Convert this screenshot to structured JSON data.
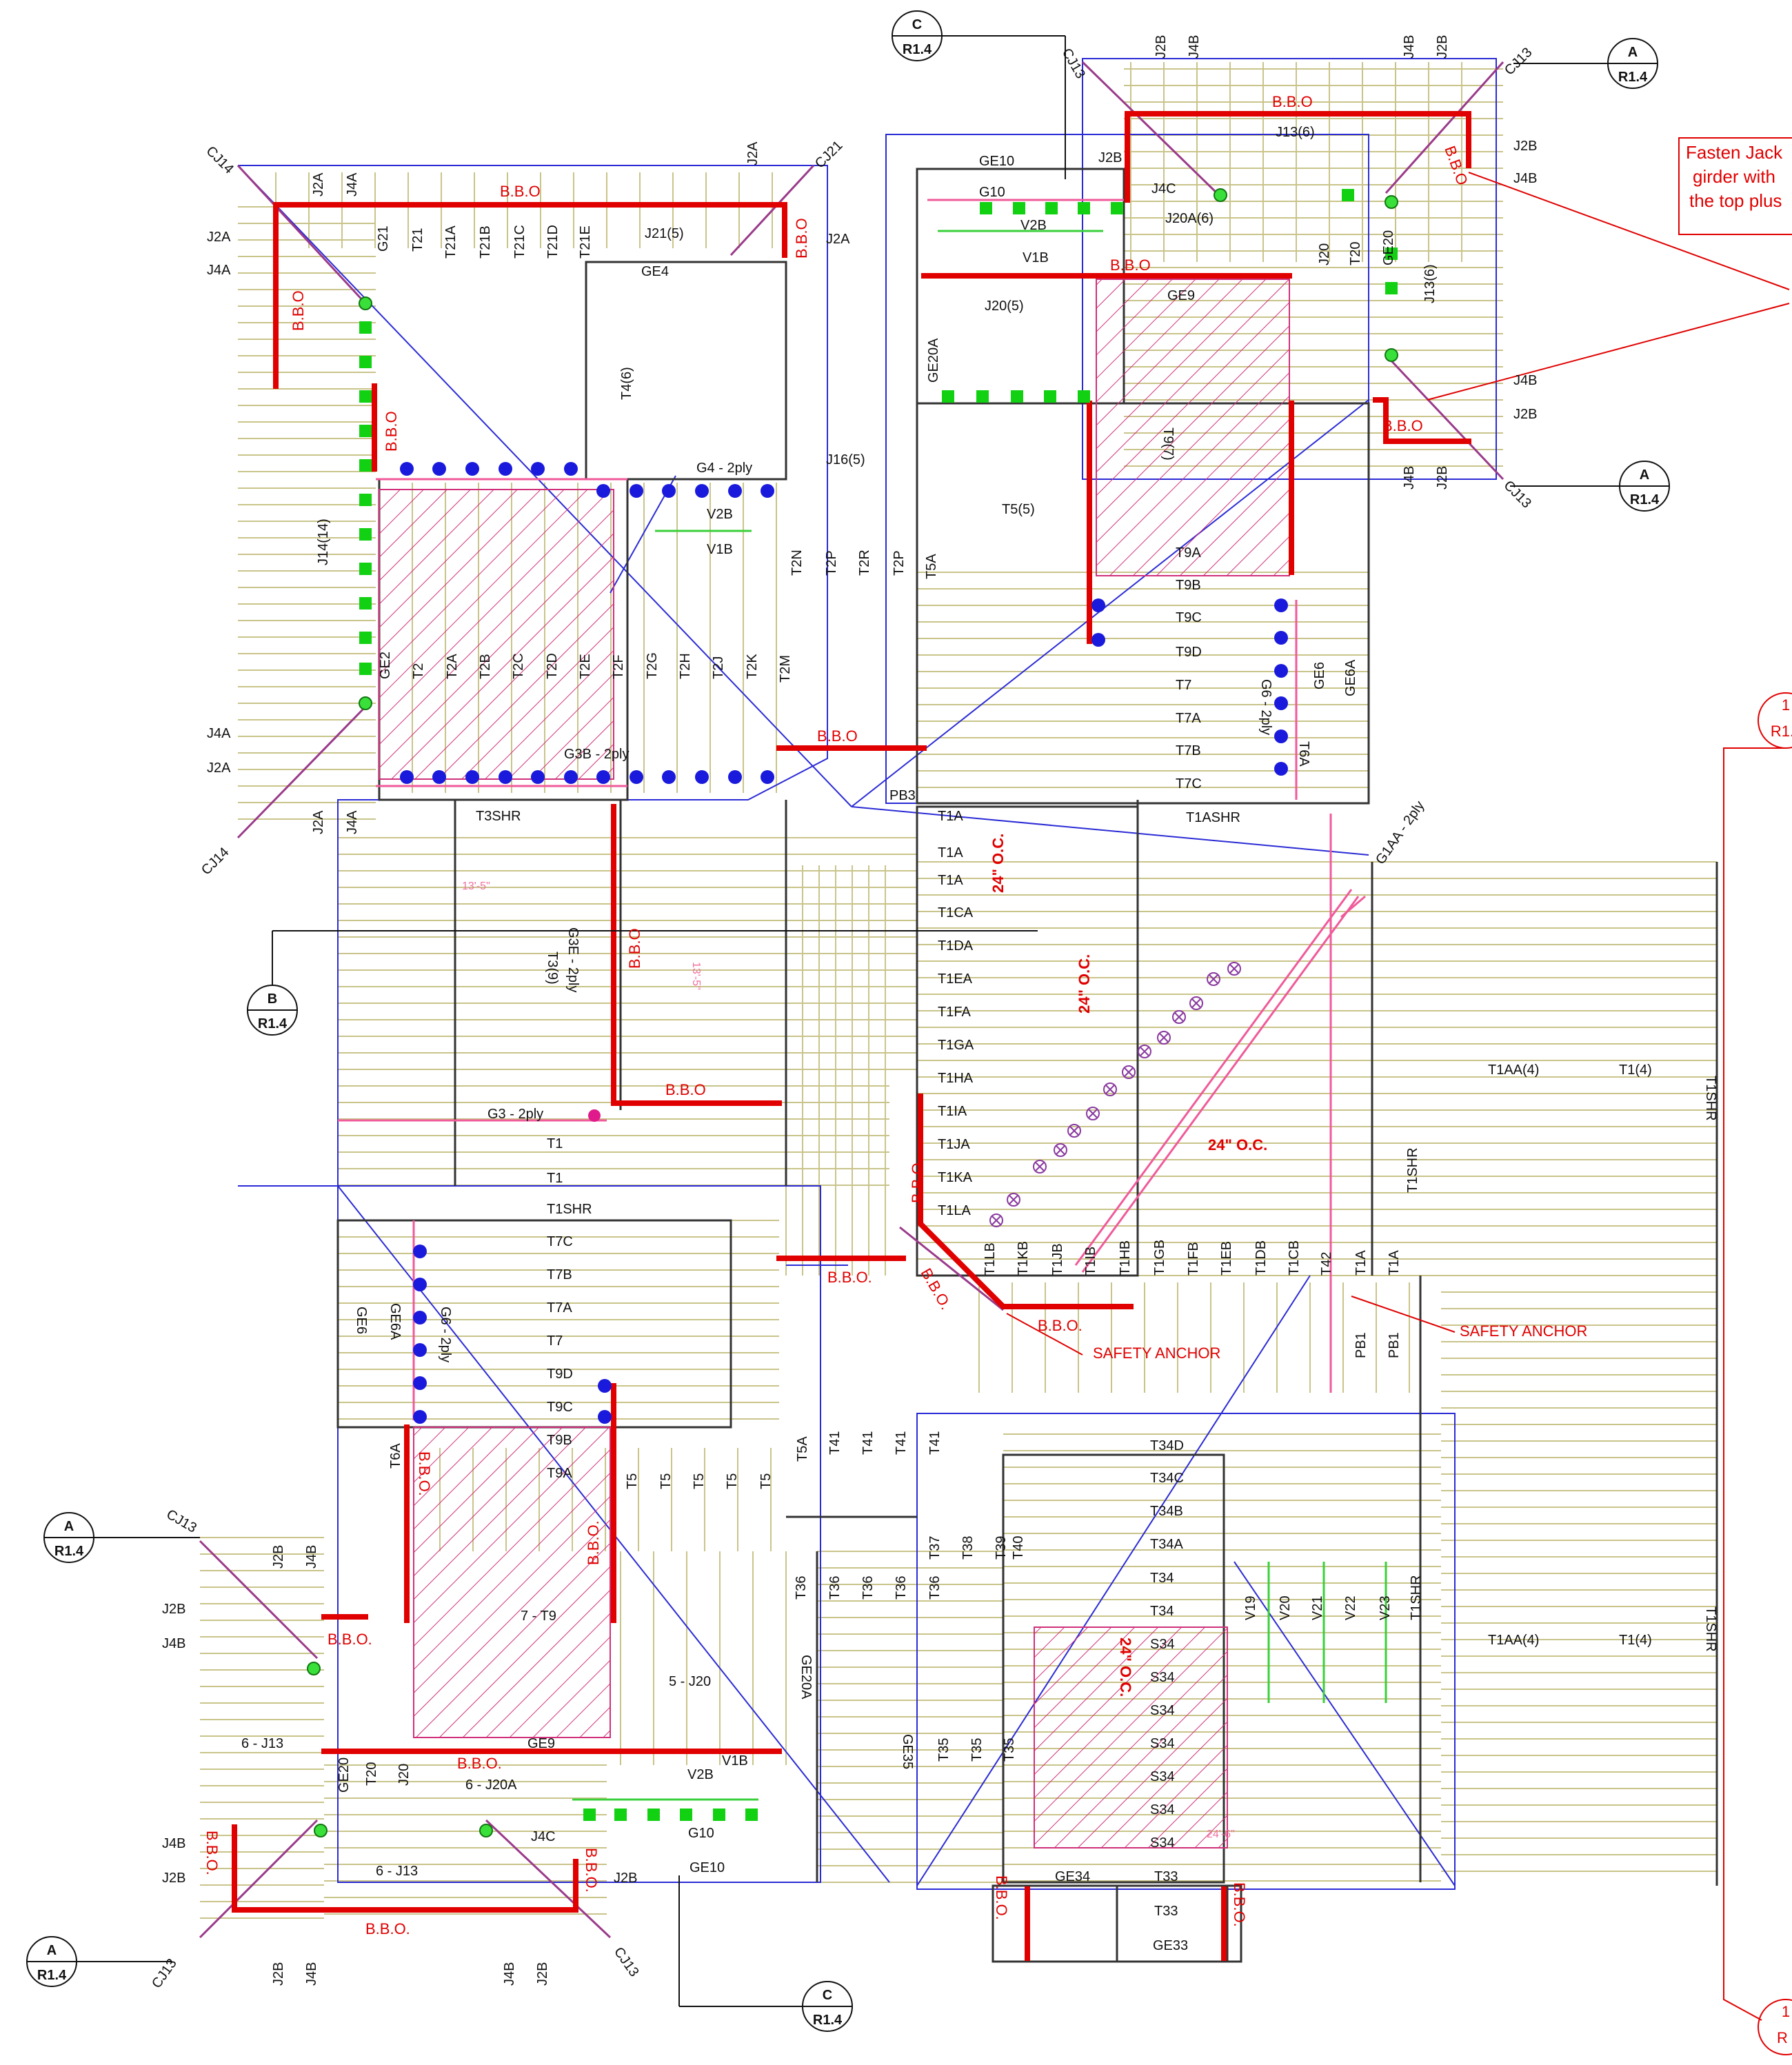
{
  "colors": {
    "truss_line": "#c9c48a",
    "girder": "#e00000",
    "outline": "#2b2bd6",
    "wall": "#333333",
    "hatch": "#d0307a",
    "hanger": "#1a1adc",
    "clip": "#12d012",
    "jack_line": "#9a3a8a"
  },
  "note": {
    "line1": "Fasten Jack",
    "line2": "girder with",
    "line3": "the top plus"
  },
  "section_refs": {
    "ref": "R1.4",
    "a": "A",
    "b": "B",
    "c": "C",
    "one": "1",
    "r1": "R1.",
    "r": "R"
  },
  "markers": {
    "bbo": "B.B.O",
    "bbo_dot": "B.B.O.",
    "oc24": "24\" O.C.",
    "safety": "SAFETY ANCHOR",
    "dim_13_5": "13'-5\"",
    "dim_24_6": "24'-6\""
  },
  "labels": {
    "cj14": "CJ14",
    "cj21": "CJ21",
    "cj13": "CJ13",
    "j2a": "J2A",
    "j4a": "J4A",
    "j2b": "J2B",
    "j4b": "J4B",
    "j4c": "J4C",
    "g21": "G21",
    "t21": "T21",
    "t21a": "T21A",
    "t21b": "T21B",
    "t21c": "T21C",
    "t21d": "T21D",
    "t21e": "T21E",
    "j21_5": "J21(5)",
    "ge4": "GE4",
    "t4_6": "T4(6)",
    "j14_14": "J14(14)",
    "g4": "G4 - 2ply",
    "v2b": "V2B",
    "v1b": "V1B",
    "ge2": "GE2",
    "t2": "T2",
    "t2a": "T2A",
    "t2b": "T2B",
    "t2c": "T2C",
    "t2d": "T2D",
    "t2e": "T2E",
    "t2f": "T2F",
    "t2g": "T2G",
    "t2h": "T2H",
    "t2j": "T2J",
    "t2k": "T2K",
    "t2m": "T2M",
    "t2n": "T2N",
    "t2p": "T2P",
    "t2r": "T2R",
    "t5a": "T5A",
    "g3b": "G3B - 2ply",
    "t3shr": "T3SHR",
    "g3e": "G3E - 2ply",
    "t3_9": "T3(9)",
    "g3": "G3 - 2ply",
    "t1": "T1",
    "t1shr": "T1SHR",
    "t1a": "T1A",
    "t1ca": "T1CA",
    "t1da": "T1DA",
    "t1ea": "T1EA",
    "t1fa": "T1FA",
    "t1ga": "T1GA",
    "t1ha": "T1HA",
    "t1ia": "T1IA",
    "t1ja": "T1JA",
    "t1ka": "T1KA",
    "t1la": "T1LA",
    "t1ashr": "T1ASHR",
    "g1aa": "G1AA - 2ply",
    "pb3": "PB3",
    "pb1": "PB1",
    "t1lb": "T1LB",
    "t1kb": "T1KB",
    "t1jb": "T1JB",
    "t1ib": "T1IB",
    "t1hb": "T1HB",
    "t1gb": "T1GB",
    "t1fb": "T1FB",
    "t1eb": "T1EB",
    "t1db": "T1DB",
    "t1cb": "T1CB",
    "t42": "T42",
    "t1aa4": "T1AA(4)",
    "t1_4": "T1(4)",
    "ge10": "GE10",
    "g10": "G10",
    "j13_6": "J13(6)",
    "j20a_6": "J20A(6)",
    "j20": "J20",
    "t20": "T20",
    "ge20": "GE20",
    "ge9": "GE9",
    "j20_5": "J20(5)",
    "ge20a": "GE20A",
    "t9_7": "T9(7)",
    "j16_5": "J16(5)",
    "t5_5": "T5(5)",
    "t9a": "T9A",
    "t9b": "T9B",
    "t9c": "T9C",
    "t9d": "T9D",
    "t7": "T7",
    "t7a": "T7A",
    "t7b": "T7B",
    "t7c": "T7C",
    "ge6": "GE6",
    "ge6a": "GE6A",
    "g6": "G6 - 2ply",
    "t6a": "T6A",
    "t7c2": "T7C",
    "t5": "T5",
    "t41": "T41",
    "t7_9": "7 - T9",
    "j20_5b": "5 - J20",
    "j13_6b": "6 - J13",
    "j20a_6b": "6 - J20A",
    "t34d": "T34D",
    "t34c": "T34C",
    "t34b": "T34B",
    "t34a": "T34A",
    "t34": "T34",
    "s34": "S34",
    "t33": "T33",
    "ge34": "GE34",
    "ge33": "GE33",
    "t35": "T35",
    "ge35": "GE35",
    "t36": "T36",
    "t37": "T37",
    "t38": "T38",
    "t39": "T39",
    "t40": "T40",
    "v19": "V19",
    "v20": "V20",
    "v21": "V21",
    "v22": "V22",
    "v23": "V23"
  }
}
